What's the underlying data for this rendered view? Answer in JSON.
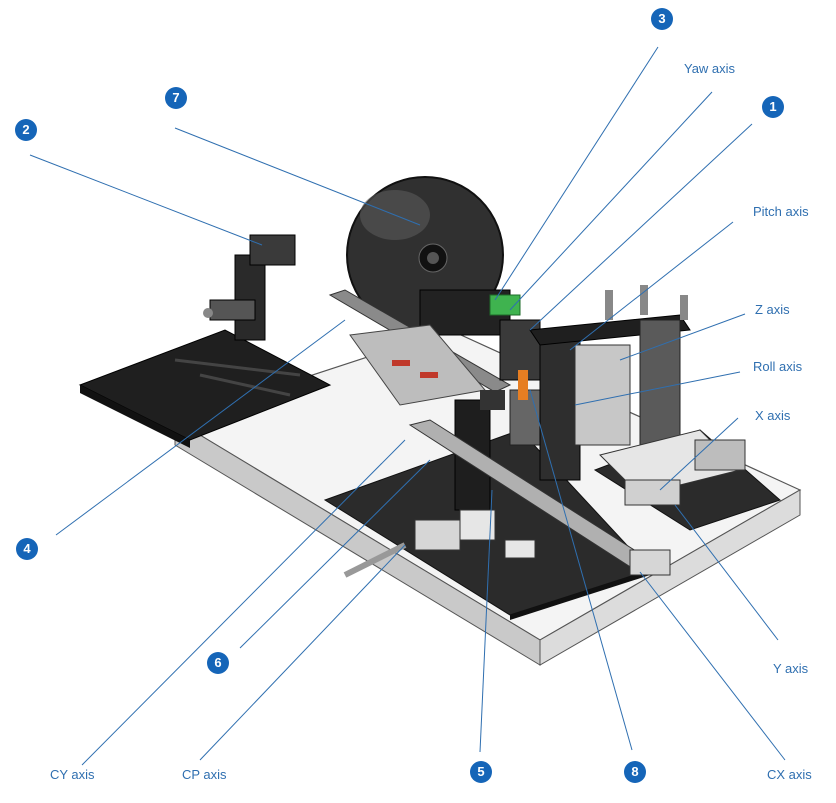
{
  "callouts": {
    "n1": "1",
    "n2": "2",
    "n3": "3",
    "n4": "4",
    "n5": "5",
    "n6": "6",
    "n7": "7",
    "n8": "8"
  },
  "axes": {
    "yaw": "Yaw axis",
    "pitch": "Pitch axis",
    "z": "Z axis",
    "roll": "Roll axis",
    "x": "X axis",
    "y": "Y axis",
    "cy": "CY axis",
    "cp": "CP axis",
    "cx": "CX axis"
  },
  "colors": {
    "badge": "#1565b8",
    "leader": "#2f6fb0",
    "label": "#2f6fb0"
  }
}
